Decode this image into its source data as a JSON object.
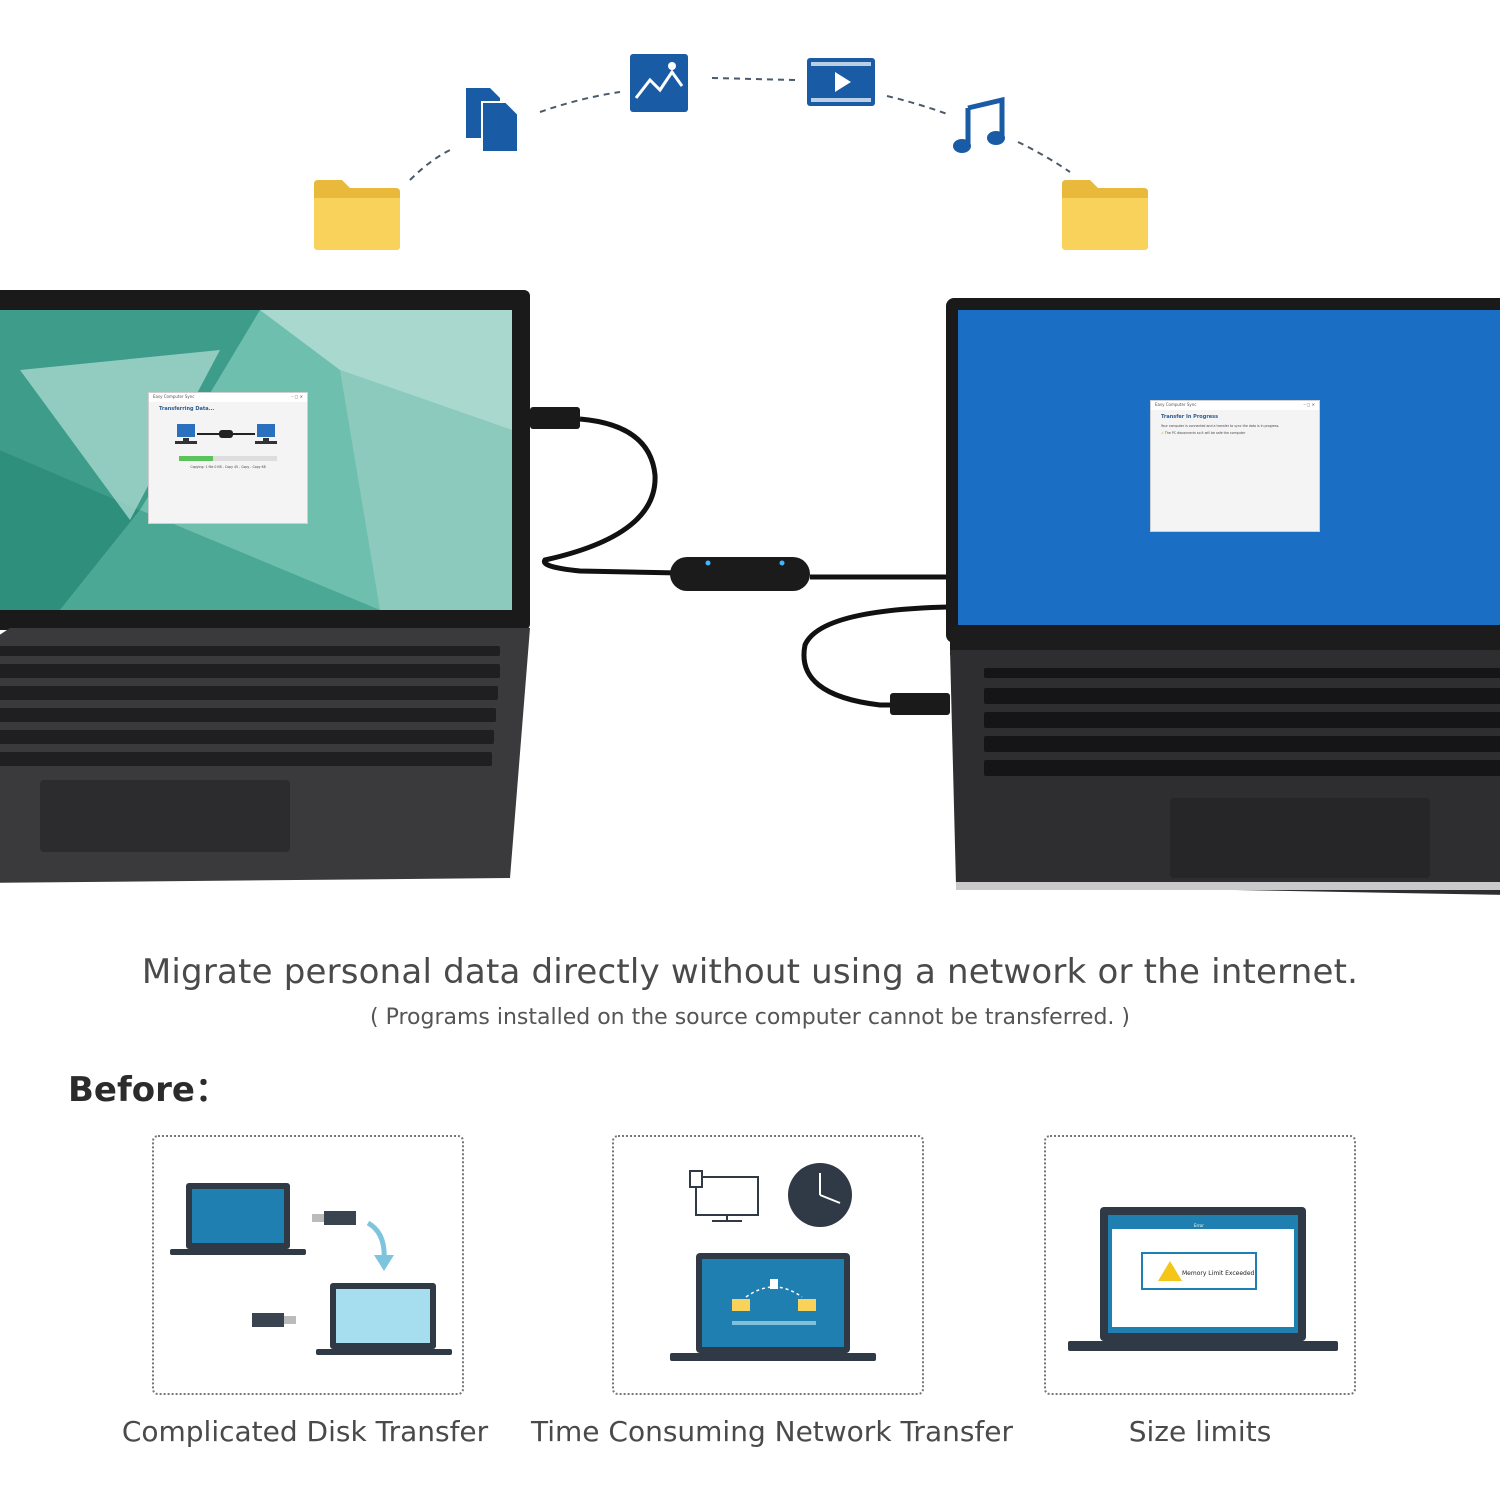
{
  "left_dialog": {
    "window_title": "Easy Computer Sync",
    "heading": "Transferring Data...",
    "progress_fraction": 0.35,
    "status": "Copying: 1 file 0 KB - Copy 45 - Copy - Copy 68"
  },
  "right_dialog": {
    "window_title": "Easy Computer Sync",
    "heading": "Transfer In Progress",
    "message": "Your computer is connected and a transfer to sync the data is in progress.",
    "warning": "The PC disconnects so it will be safe the computer"
  },
  "headline": "Migrate personal data directly without using a network or the internet.",
  "note": "( Programs installed on the source computer cannot be transferred. )",
  "before_label": "Before：",
  "cards": [
    {
      "caption": "Complicated Disk Transfer"
    },
    {
      "caption": "Time Consuming Network Transfer"
    },
    {
      "caption": "Size limits",
      "dialog_text": "Memory Limit Exceeded",
      "window_title": "Error"
    }
  ],
  "colors": {
    "icon_blue": "#1a5ba6",
    "folder_yellow": "#f9d25b",
    "screen_teal": "#5fb3a0",
    "screen_blue": "#1a6fc4",
    "progress_green": "#5cc35c"
  },
  "icons": [
    "folder-icon",
    "documents-icon",
    "image-icon",
    "video-icon",
    "music-icon",
    "folder-icon"
  ]
}
